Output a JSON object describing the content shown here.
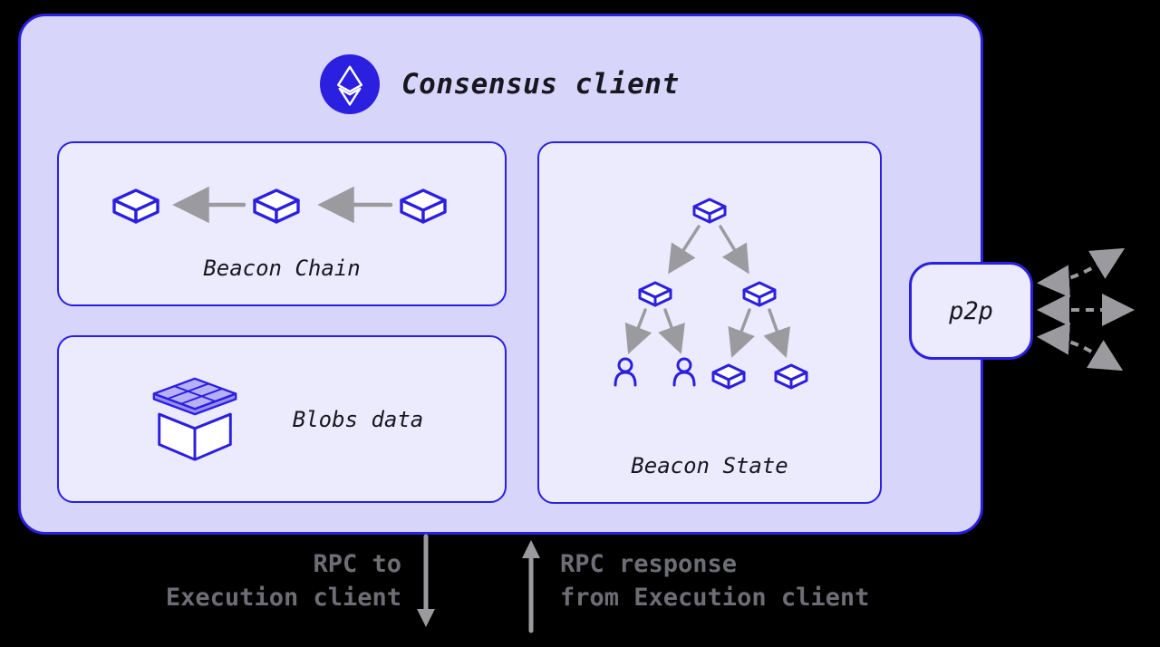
{
  "title": {
    "label": "Consensus client",
    "icon": "ethereum-logo"
  },
  "beacon_chain": {
    "label": "Beacon Chain",
    "icons": [
      "block-cube",
      "arrow-left",
      "block-cube",
      "arrow-left",
      "block-cube"
    ]
  },
  "blobs": {
    "label": "Blobs data",
    "icon": "blobs-box"
  },
  "beacon_state": {
    "label": "Beacon State",
    "tree_nodes": [
      "block-cube",
      "block-cube",
      "block-cube",
      "validator",
      "validator",
      "block-cube",
      "block-cube"
    ]
  },
  "p2p": {
    "label": "p2p",
    "icon": "dashed-network-arrows"
  },
  "rpc_to": {
    "line1": "RPC to",
    "line2": "Execution client"
  },
  "rpc_from": {
    "line1": "RPC response",
    "line2": "from Execution client"
  },
  "colors": {
    "accent": "#2b1fe0",
    "container-bg": "#d8d5fa",
    "panel-bg": "#eceafd",
    "arrow-gray": "#9b9b9f",
    "label-dark": "#17171f",
    "rpc-gray": "#6d6d75",
    "tile-purple": "#b7b1f3",
    "tile-dark": "#978ff0"
  }
}
